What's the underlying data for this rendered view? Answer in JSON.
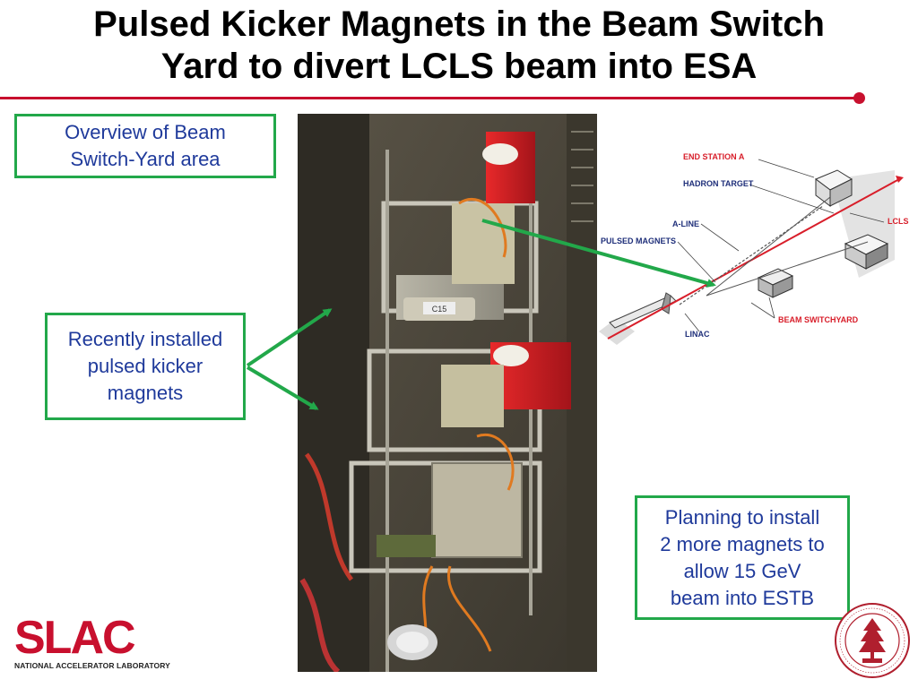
{
  "slide": {
    "title_line1": "Pulsed Kicker Magnets in the Beam Switch",
    "title_line2": "Yard to divert LCLS beam into ESA"
  },
  "callouts": {
    "overview": [
      "Overview of Beam",
      "Switch-Yard area"
    ],
    "installed": [
      "Recently installed",
      "pulsed kicker",
      "magnets"
    ],
    "planning": [
      "Planning to install",
      "2 more magnets to",
      "allow 15 GeV",
      "beam into ESTB"
    ]
  },
  "diagram": {
    "end_station": "END STATION A",
    "hadron_target": "HADRON TARGET",
    "a_line": "A-LINE",
    "pulsed_magnets": "PULSED MAGNETS",
    "lcls": "LCLS",
    "beam_switchyard": "BEAM SWITCHYARD",
    "linac": "LINAC"
  },
  "photo": {
    "magnet_tag": "C15"
  },
  "footer": {
    "logo": "SLAC",
    "logo_sub": "NATIONAL ACCELERATOR LABORATORY"
  },
  "seal": {
    "lettering": "LELAND STANFORD JUNIOR UNIVERSITY 1891"
  },
  "colors": {
    "accent": "#c8102e",
    "callout_border": "#22a84a",
    "callout_text": "#1f3a9b",
    "diagram_red": "#d81e2a",
    "diagram_blue": "#1f2f7a"
  }
}
